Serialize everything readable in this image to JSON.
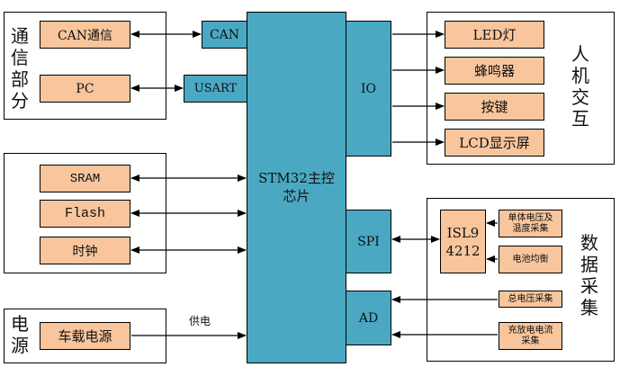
{
  "groups": {
    "comm": {
      "label_chars": [
        "通",
        "信",
        "部",
        "分"
      ],
      "items": [
        "CAN通信",
        "PC"
      ]
    },
    "memory": {
      "items": [
        "SRAM",
        "Flash",
        "时钟"
      ]
    },
    "power": {
      "label_chars": [
        "电",
        "源"
      ],
      "items": [
        "车载电源"
      ],
      "link_label": "供电"
    },
    "hmi": {
      "label_chars": [
        "人",
        "机",
        "交",
        "互"
      ],
      "items": [
        "LED灯",
        "蜂鸣器",
        "按键",
        "LCD显示屏"
      ]
    },
    "acq": {
      "label_chars": [
        "数",
        "据",
        "采",
        "集"
      ],
      "chip": [
        "ISL9",
        "4212"
      ],
      "items": [
        "单体电压及温度采集",
        "电池均衡",
        "总电压采集",
        "充放电电流采集"
      ]
    }
  },
  "mcu": {
    "label_line1": "STM32主控",
    "label_line2": "芯片"
  },
  "ports": {
    "can": "CAN",
    "usart": "USART",
    "io": "IO",
    "spi": "SPI",
    "ad": "AD"
  },
  "colors": {
    "peripheral": "#f8c59c",
    "mcu": "#4aa8c3"
  }
}
